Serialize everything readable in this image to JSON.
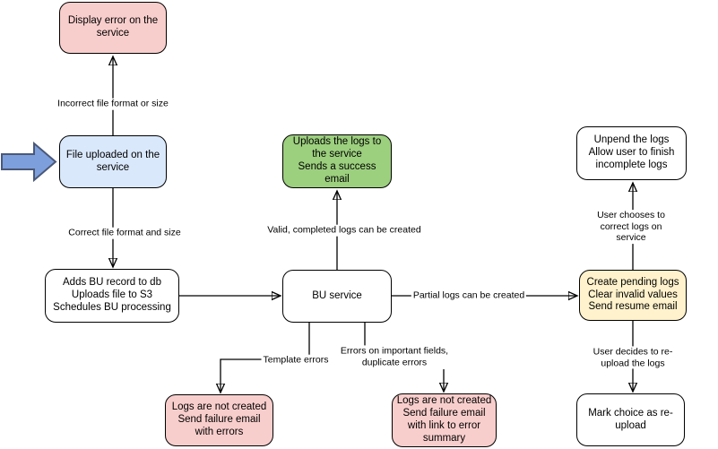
{
  "diagram": {
    "background": "#ffffff",
    "nodes": {
      "display_error": {
        "label": "Display error on the\nservice",
        "fill": "red"
      },
      "file_uploaded": {
        "label": "File uploaded on the\nservice",
        "fill": "blue"
      },
      "adds_bu": {
        "label": "Adds BU record to db\nUploads file to S3\nSchedules BU processing",
        "fill": "white"
      },
      "bu_service": {
        "label": "BU service",
        "fill": "white"
      },
      "uploads_logs": {
        "label": "Uploads the logs to\nthe service\nSends a success\nemail",
        "fill": "green"
      },
      "create_pending": {
        "label": "Create pending logs\nClear invalid values\nSend resume email",
        "fill": "yellow"
      },
      "unpend_logs": {
        "label": "Unpend the logs\nAllow user to finish\nincomplete logs",
        "fill": "white"
      },
      "mark_choice": {
        "label": "Mark choice as re-\nupload",
        "fill": "white"
      },
      "logs_not_created_errors": {
        "label": "Logs are not created\nSend failure email\nwith errors",
        "fill": "red"
      },
      "logs_not_created_summary": {
        "label": "Logs are not created\nSend failure email\nwith link to error\nsummary",
        "fill": "red"
      }
    },
    "edge_labels": {
      "incorrect": "Incorrect file format or size",
      "correct": "Correct file format and size",
      "valid": "Valid, completed logs can be created",
      "partial": "Partial logs can be created",
      "template": "Template errors",
      "field_errors": "Errors on important fields,\nduplicate errors",
      "user_chooses": "User chooses to correct logs on service",
      "user_decides": "User decides to re-upload the logs"
    },
    "icons": {
      "entry_arrow": "thick-right-arrow"
    },
    "colors": {
      "red": {
        "fill": "#F8CECC",
        "stroke": "#000000"
      },
      "blue": {
        "fill": "#DAE8FC",
        "stroke": "#000000"
      },
      "green": {
        "fill": "#9CCF7E",
        "stroke": "#000000"
      },
      "yellow": {
        "fill": "#FFF2CC",
        "stroke": "#000000"
      },
      "white": {
        "fill": "#FFFFFF",
        "stroke": "#000000"
      },
      "entry_arrow": {
        "fill": "#7D9FDC",
        "stroke": "#4A5878"
      },
      "line": "#000000"
    }
  }
}
